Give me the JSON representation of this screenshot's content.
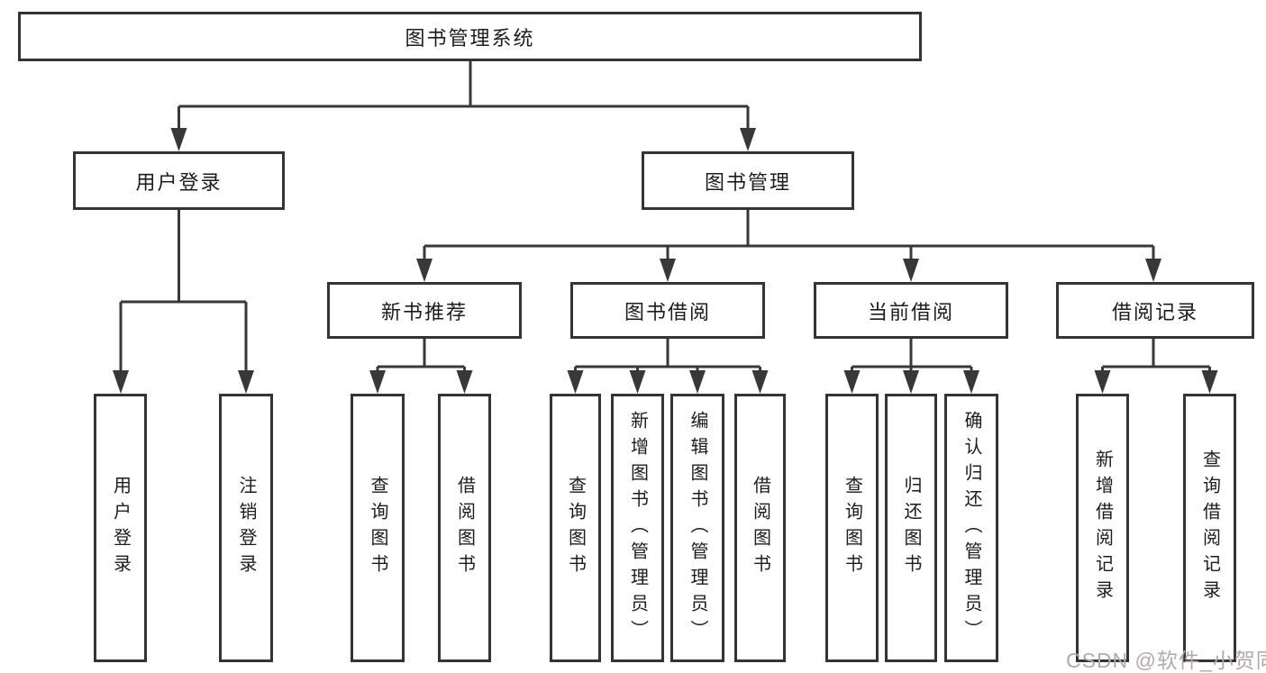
{
  "colors": {
    "background": "#ffffff",
    "line": "#383838",
    "box_border": "#343434",
    "text": "#1c1c1c",
    "watermark": "#b2aaaa"
  },
  "watermark": {
    "text": "CSDN @软件_小贺同学"
  },
  "diagram": {
    "root": {
      "label": "图书管理系统"
    },
    "level2": {
      "user_login": {
        "label": "用户登录"
      },
      "book_management": {
        "label": "图书管理"
      }
    },
    "level3": {
      "new_book": {
        "label": "新书推荐"
      },
      "book_borrow": {
        "label": "图书借阅"
      },
      "current_borrow": {
        "label": "当前借阅"
      },
      "borrow_records": {
        "label": "借阅记录"
      }
    },
    "leaves": {
      "user_login": [
        "用户登录",
        "注销登录"
      ],
      "new_book": [
        "查询图书",
        "借阅图书"
      ],
      "book_borrow": [
        "查询图书",
        "新增图书（管理员）",
        "编辑图书（管理员）",
        "借阅图书"
      ],
      "current_borrow": [
        "查询图书",
        "归还图书",
        "确认归还（管理员）"
      ],
      "borrow_records": [
        "新增借阅记录",
        "查询借阅记录"
      ]
    }
  }
}
